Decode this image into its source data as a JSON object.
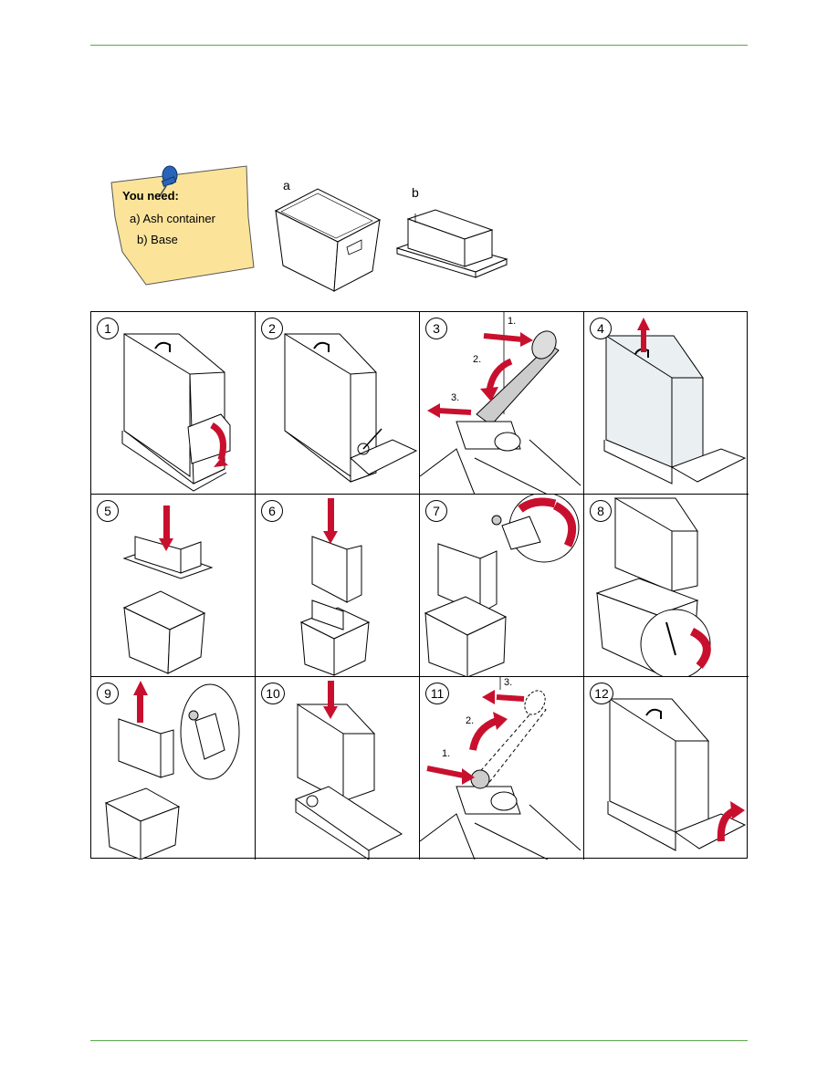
{
  "note": {
    "title": "You need:",
    "items": [
      "a) Ash container",
      "b) Base"
    ]
  },
  "parts": [
    {
      "label": "a",
      "name": "ash-container"
    },
    {
      "label": "b",
      "name": "base"
    }
  ],
  "steps": [
    {
      "number": "1"
    },
    {
      "number": "2"
    },
    {
      "number": "3"
    },
    {
      "number": "4"
    },
    {
      "number": "5"
    },
    {
      "number": "6"
    },
    {
      "number": "7"
    },
    {
      "number": "8"
    },
    {
      "number": "9"
    },
    {
      "number": "10"
    },
    {
      "number": "11"
    },
    {
      "number": "12"
    }
  ],
  "callouts": {
    "step3": [
      "1.",
      "2.",
      "3."
    ],
    "step11": [
      "1.",
      "2.",
      "3."
    ]
  },
  "colors": {
    "rule": "#5aa84a",
    "arrow": "#c8102e",
    "note": "#fbe49a"
  }
}
